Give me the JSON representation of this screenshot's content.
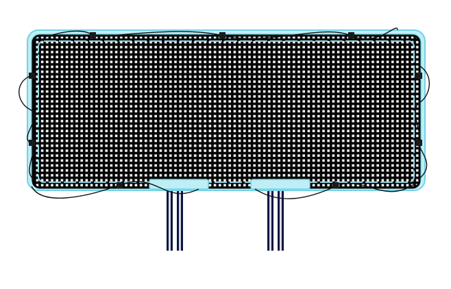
{
  "figure": {
    "description_kind": "led-matrix-panel-illustration",
    "colors": {
      "background": "#ffffff",
      "frame_glow": "#bfeef5",
      "frame_stroke": "#6fd3e6",
      "panel_dark": "#050505",
      "grid_light": "#f2f2f2",
      "post_dark": "#0b1540",
      "post_light": "#d8dbe6",
      "wire": "#111111",
      "connector": "#1a1a1a"
    },
    "icons": [
      "led-matrix-panel",
      "support-post",
      "cable",
      "connector"
    ]
  }
}
